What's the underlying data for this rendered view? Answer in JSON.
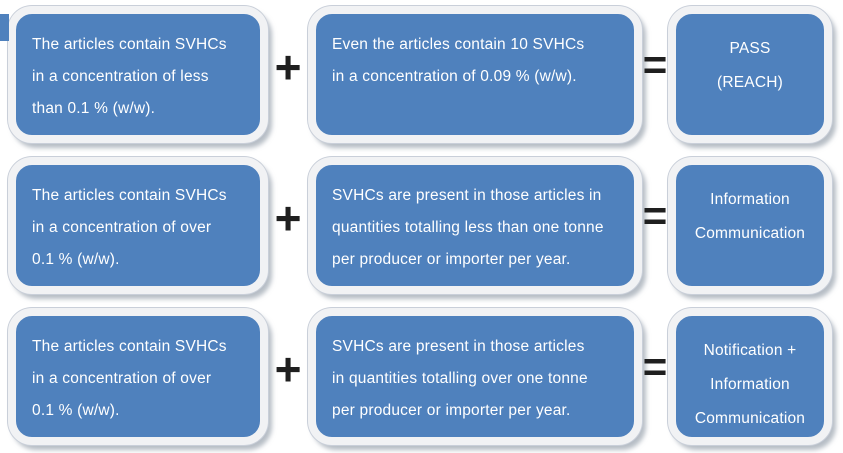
{
  "colors": {
    "box_fill": "#4f81bd",
    "box_ring": "#f1f2f4",
    "box_outline": "#c9cfd9",
    "text_color": "#ffffff",
    "operator_color": "#1f1f1f",
    "page_bg": "#ffffff"
  },
  "operators": {
    "plus": "+",
    "equals": "="
  },
  "rows": [
    {
      "condition1": "The articles contain SVHCs\nin a concentration of less\nthan 0.1 % (w/w).",
      "condition2": "Even the articles contain 10 SVHCs\nin a concentration of 0.09 % (w/w).",
      "result": "PASS\n(REACH)"
    },
    {
      "condition1": "The articles contain SVHCs\nin a concentration of over\n0.1 % (w/w).",
      "condition2": "SVHCs are present in those articles in\nquantities totalling less than one tonne\nper producer or importer per year.",
      "result": "Information\nCommunication"
    },
    {
      "condition1": "The articles contain SVHCs\nin a concentration of over\n0.1 % (w/w).",
      "condition2": "SVHCs are present in those articles\nin quantities totalling over one tonne\nper producer or importer per year.",
      "result": "Notification +\nInformation\nCommunication"
    }
  ]
}
